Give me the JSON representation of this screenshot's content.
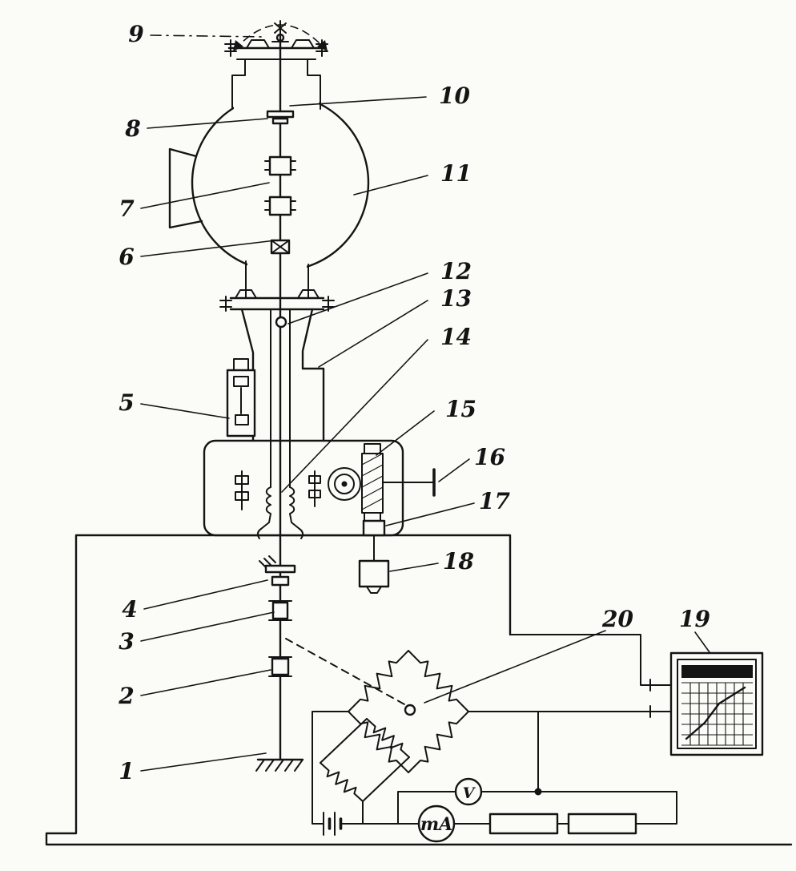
{
  "figure": {
    "background": "#fbfbf8",
    "ink": "#141414",
    "callouts": [
      {
        "id": "1",
        "text": "1"
      },
      {
        "id": "2",
        "text": "2"
      },
      {
        "id": "3",
        "text": "3"
      },
      {
        "id": "4",
        "text": "4"
      },
      {
        "id": "5",
        "text": "5"
      },
      {
        "id": "6",
        "text": "6"
      },
      {
        "id": "7",
        "text": "7"
      },
      {
        "id": "8",
        "text": "8"
      },
      {
        "id": "9",
        "text": "9"
      },
      {
        "id": "10",
        "text": "10"
      },
      {
        "id": "11",
        "text": "11"
      },
      {
        "id": "12",
        "text": "12"
      },
      {
        "id": "13",
        "text": "13"
      },
      {
        "id": "14",
        "text": "14"
      },
      {
        "id": "15",
        "text": "15"
      },
      {
        "id": "16",
        "text": "16"
      },
      {
        "id": "17",
        "text": "17"
      },
      {
        "id": "18",
        "text": "18"
      },
      {
        "id": "19",
        "text": "19"
      },
      {
        "id": "20",
        "text": "20"
      }
    ],
    "meters": {
      "milliammeter_label": "mA",
      "voltmeter_label": "V"
    }
  }
}
